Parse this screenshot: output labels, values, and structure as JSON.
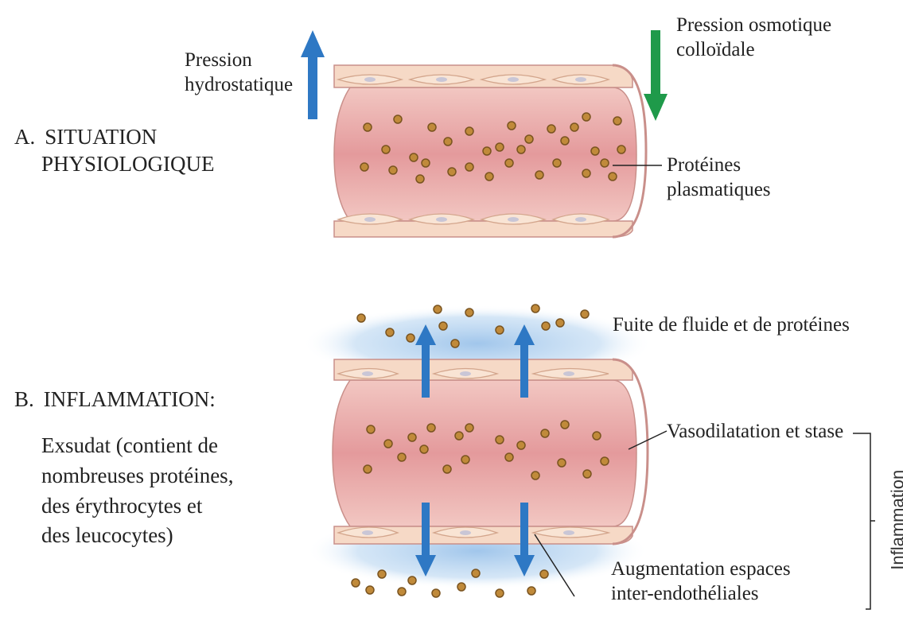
{
  "panel_a": {
    "title_letter": "A.",
    "title_line1": "SITUATION",
    "title_line2": "PHYSIOLOGIQUE",
    "hydrostatic_line1": "Pression",
    "hydrostatic_line2": "hydrostatique",
    "osmotic_line1": "Pression osmotique",
    "osmotic_line2": "colloïdale",
    "proteins_line1": "Protéines",
    "proteins_line2": "plasmatiques"
  },
  "panel_b": {
    "title_letter": "B.",
    "title": "INFLAMMATION:",
    "desc_line1": "Exsudat (contient de",
    "desc_line2": "nombreuses protéines,",
    "desc_line3": "des érythrocytes et",
    "desc_line4": "des leucocytes)",
    "leak": "Fuite de fluide et de protéines",
    "vasodilation": "Vasodilatation et stase",
    "gaps_line1": "Augmentation espaces",
    "gaps_line2": "inter-endothéliales",
    "bracket_label": "Inflammation"
  },
  "colors": {
    "vessel_lumen": "#e9a8a8",
    "vessel_wall": "#f6d9c6",
    "vessel_outline": "#c98f8a",
    "protein_fill": "#c08a3a",
    "arrow_blue": "#2e78c4",
    "arrow_green": "#1f9a4a",
    "edema_halo": "#9cc3ea"
  }
}
